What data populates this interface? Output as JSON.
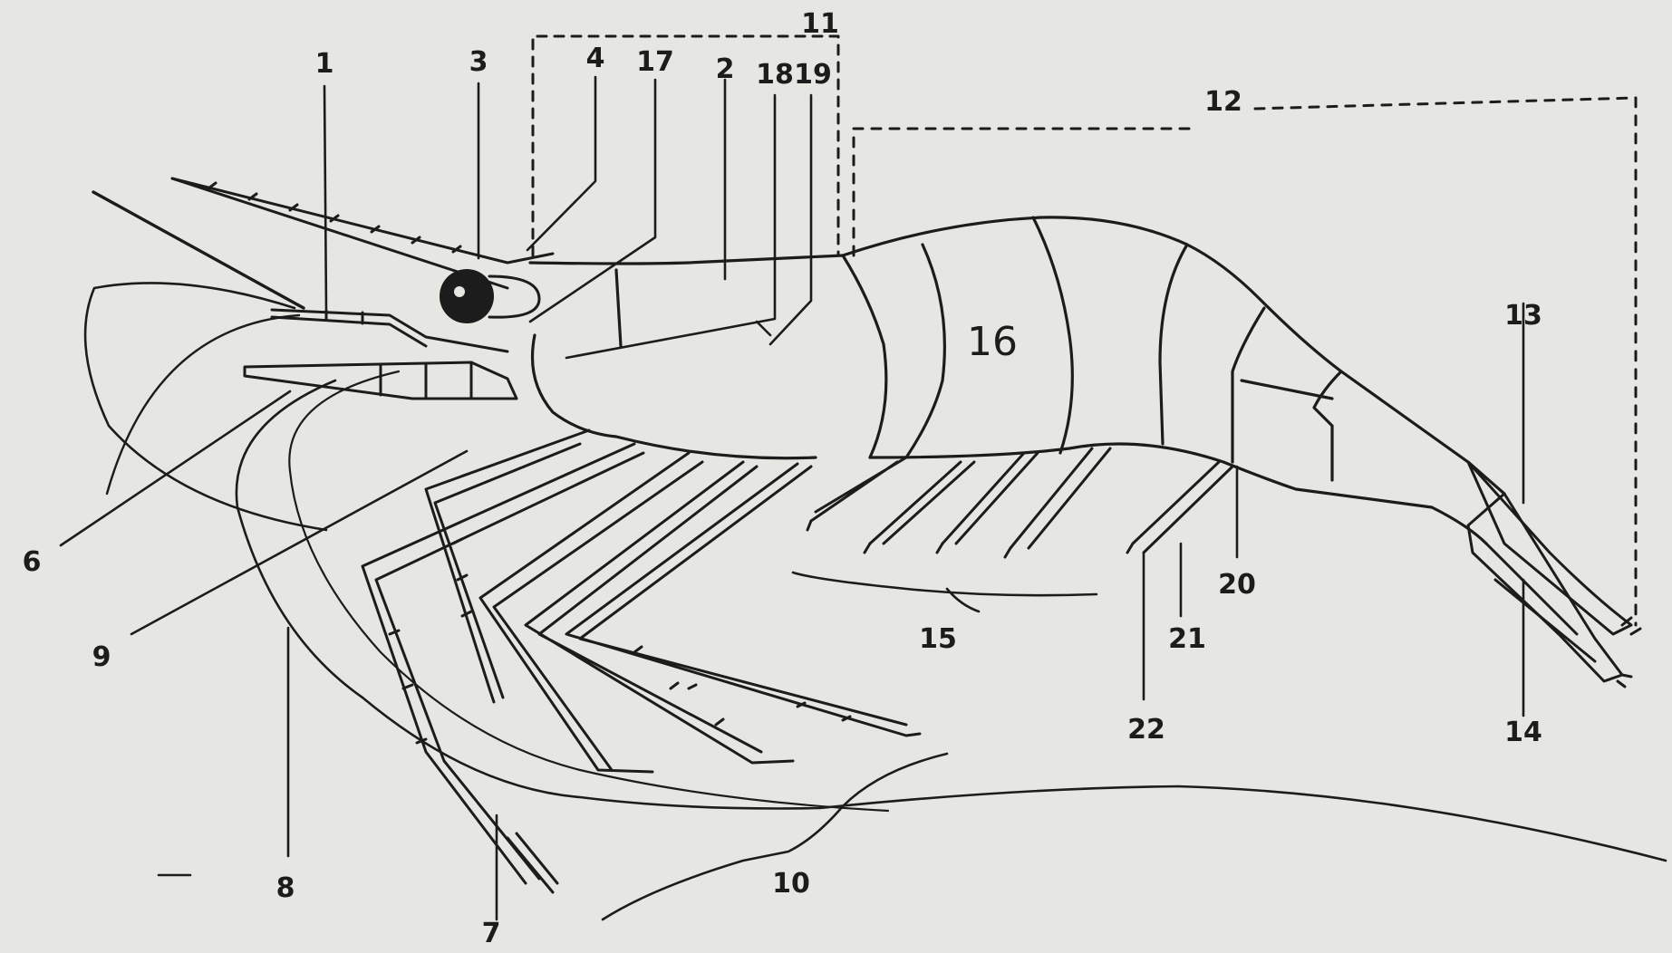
{
  "diagram": {
    "subject": "shrimp anatomy line drawing",
    "labels": {
      "l1": "1",
      "l2": "2",
      "l3": "3",
      "l4": "4",
      "l6": "6",
      "l7": "7",
      "l8": "8",
      "l9": "9",
      "l10": "10",
      "l11": "11",
      "l12": "12",
      "l13": "13",
      "l14": "14",
      "l15": "15",
      "l16": "16",
      "l17": "17",
      "l18": "18",
      "l19": "19",
      "l20": "20",
      "l21": "21",
      "l22": "22"
    }
  },
  "colors": {
    "paper": "#e6e6e2",
    "ink": "#1c1c1c"
  }
}
